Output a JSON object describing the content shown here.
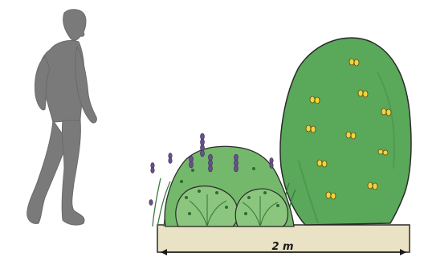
{
  "scale": {
    "label": "2 m"
  },
  "colors": {
    "silhouette": "#7a7a7a",
    "hedge": "#5aa85a",
    "hedge_dark": "#3f8a43",
    "shrub": "#74b86c",
    "shrub_dark": "#3c7a3f",
    "flower_yellow": "#f0d43a",
    "flower_purple": "#6a4f8f",
    "planter": "#e9e2c4",
    "outline": "#2a2a2a"
  },
  "elements": {
    "person": "human-silhouette",
    "hedge": "tall-flowering-hedge",
    "shrubs": "mixed-low-shrubs-with-lavender",
    "planter": "raised-bed"
  }
}
